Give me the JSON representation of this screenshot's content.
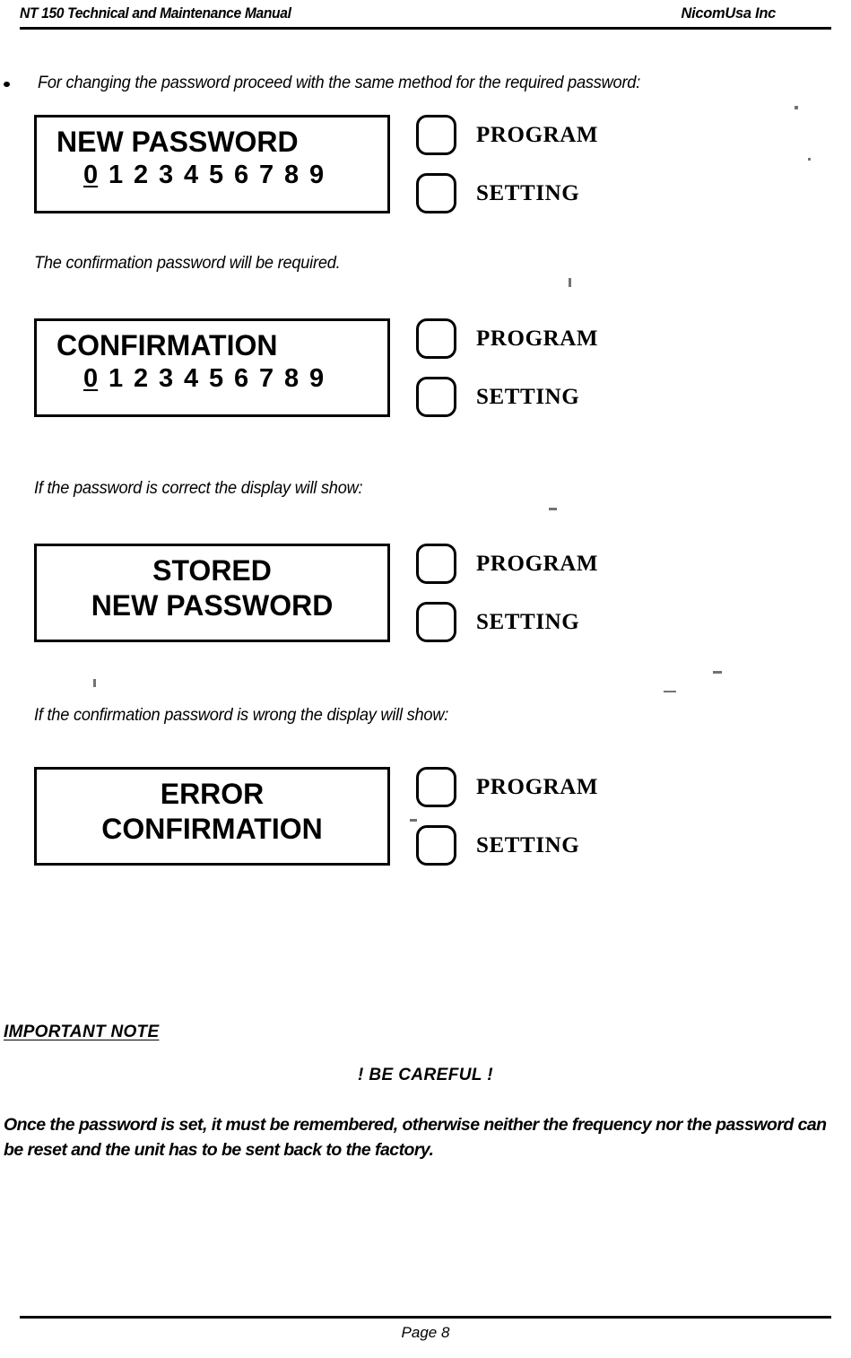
{
  "header": {
    "left_title": "NT 150 Technical and Maintenance Manual",
    "right_title": "NicomUsa Inc"
  },
  "intro": {
    "bullet": "For changing the password proceed with the same method for the required password:"
  },
  "captions": {
    "confirmation_required": "The confirmation password will be required.",
    "password_correct": "If the password is correct the display will show:",
    "confirmation_wrong": "If the confirmation password is wrong the display will show:"
  },
  "buttons": {
    "program_label": "PROGRAM",
    "setting_label": "SETTING"
  },
  "displays": [
    {
      "id": "new-password",
      "line1": "NEW PASSWORD",
      "digits": [
        "0",
        "1",
        "2",
        "3",
        "4",
        "5",
        "6",
        "7",
        "8",
        "9"
      ],
      "cursor_index": 0
    },
    {
      "id": "confirmation",
      "line1": "CONFIRMATION",
      "digits": [
        "0",
        "1",
        "2",
        "3",
        "4",
        "5",
        "6",
        "7",
        "8",
        "9"
      ],
      "cursor_index": 0
    },
    {
      "id": "stored-new-password",
      "line1": "STORED",
      "line2": "NEW PASSWORD"
    },
    {
      "id": "error-confirmation",
      "line1": "ERROR",
      "line2": "CONFIRMATION"
    }
  ],
  "note": {
    "title": "IMPORTANT  NOTE",
    "warning": "!  BE CAREFUL  !",
    "body": "Once the password is set, it must be remembered, otherwise neither the frequency nor the password can be reset and the unit has to be sent back to the factory."
  },
  "footer": {
    "page_label": "Page 8"
  }
}
